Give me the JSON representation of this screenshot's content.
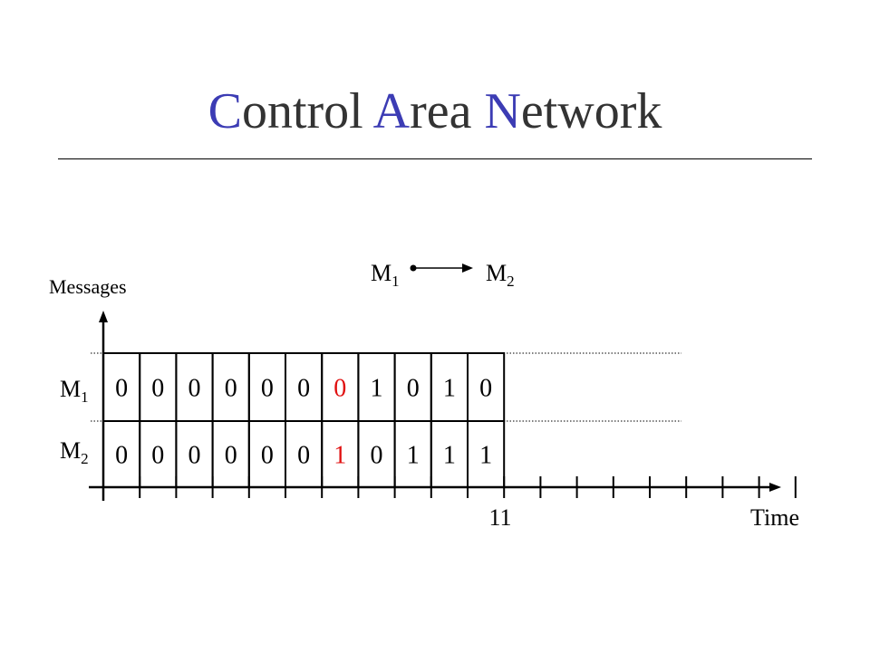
{
  "title": [
    {
      "initial": "C",
      "rest": "ontrol "
    },
    {
      "initial": "A",
      "rest": "rea "
    },
    {
      "initial": "N",
      "rest": "etwork"
    }
  ],
  "colors": {
    "title_initial": "#3c3cb4",
    "title_text": "#333333",
    "conflict_bit": "#e01010",
    "ink": "#000000"
  },
  "priority": {
    "left": {
      "base": "M",
      "sub": "1"
    },
    "right": {
      "base": "M",
      "sub": "2"
    }
  },
  "y_axis_label": "Messages",
  "x_axis_label": "Time",
  "tick_label": "11",
  "messages": [
    {
      "base": "M",
      "sub": "1",
      "bits": [
        "0",
        "0",
        "0",
        "0",
        "0",
        "0",
        "0",
        "1",
        "0",
        "1",
        "0"
      ]
    },
    {
      "base": "M",
      "sub": "2",
      "bits": [
        "0",
        "0",
        "0",
        "0",
        "0",
        "0",
        "1",
        "0",
        "1",
        "1",
        "1"
      ]
    }
  ],
  "conflict_bit_index": 6,
  "time_ticks": 19
}
